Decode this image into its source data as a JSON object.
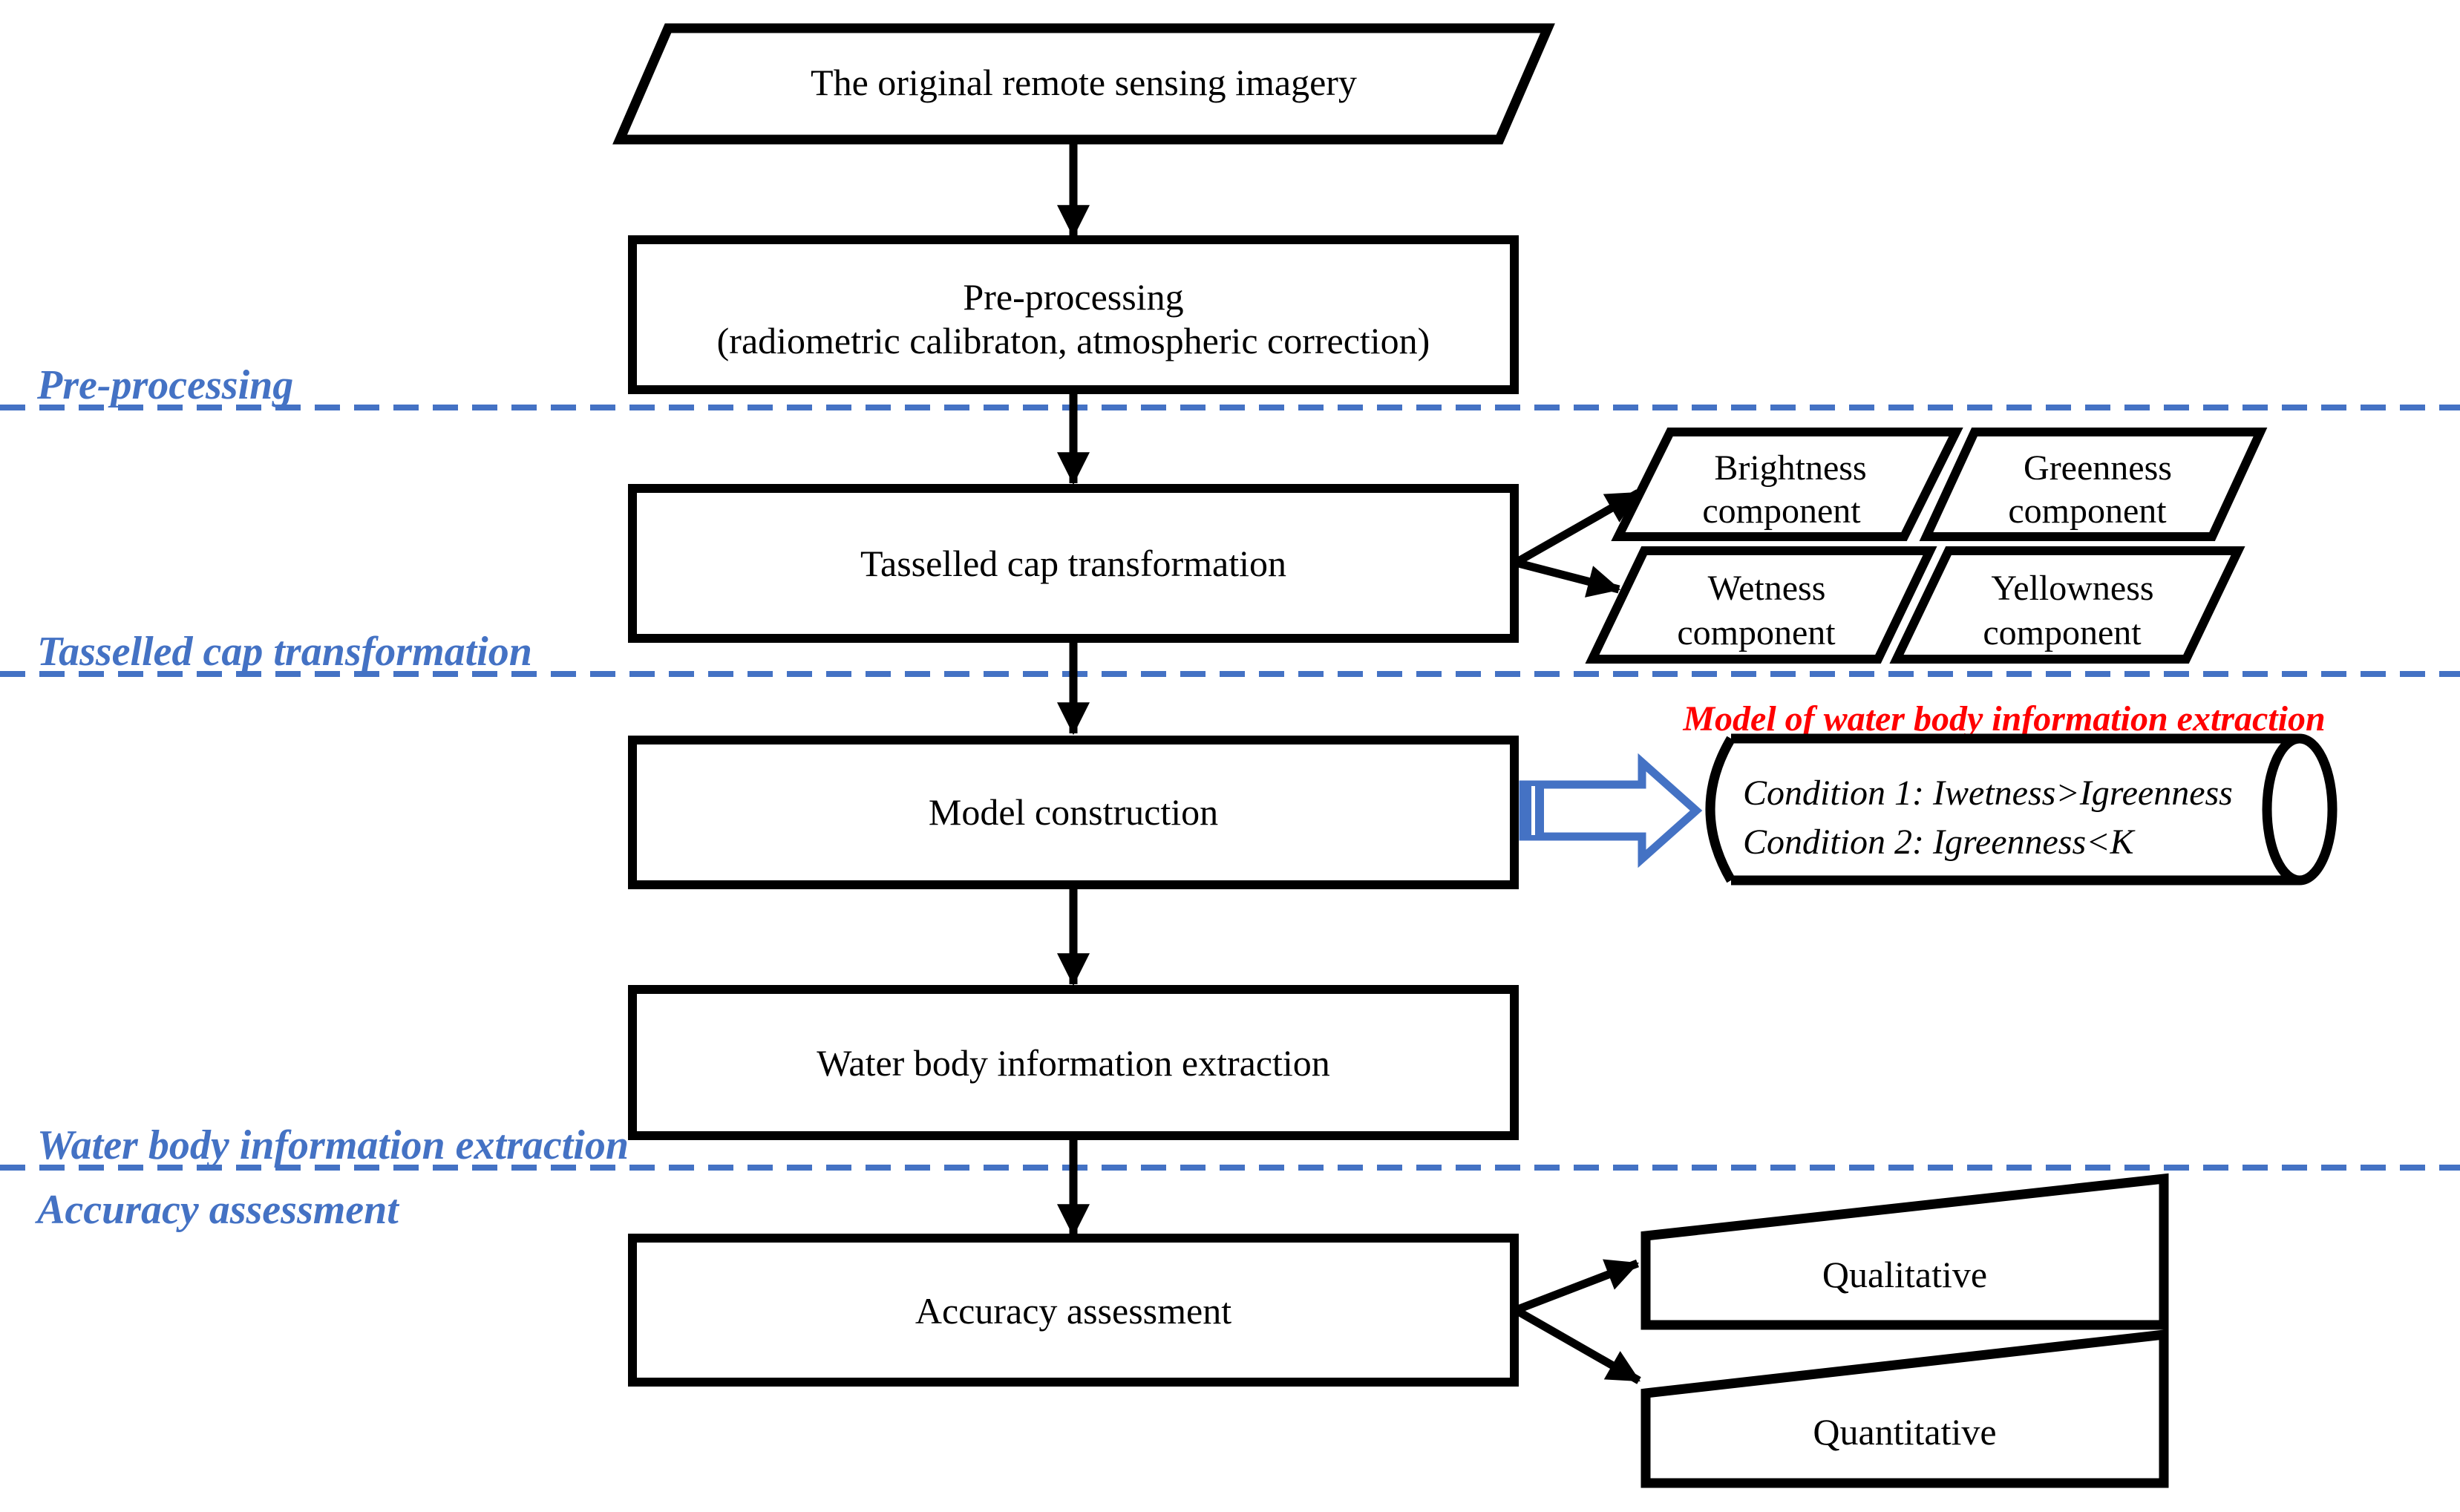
{
  "colors": {
    "accent_blue": "#4472C4",
    "callout_red": "#FF0000",
    "shape_stroke": "#000000",
    "background": "#ffffff"
  },
  "section_labels": {
    "preprocessing": "Pre-processing",
    "tasselled": "Tasselled cap transformation",
    "water_extraction": "Water body information extraction",
    "accuracy": "Accuracy assessment"
  },
  "nodes": {
    "source": "The original remote sensing imagery",
    "preprocessing_line1": "Pre-processing",
    "preprocessing_line2": "(radiometric calibraton, atmospheric correction)",
    "tasselled": "Tasselled cap transformation",
    "model": "Model construction",
    "water_extraction": "Water body information extraction",
    "accuracy": "Accuracy assessment",
    "brightness_line1": "Brightness",
    "brightness_line2": "component",
    "greenness_line1": "Greenness",
    "greenness_line2": "component",
    "wetness_line1": "Wetness",
    "wetness_line2": "component",
    "yellowness_line1": "Yellowness",
    "yellowness_line2": "component",
    "qualitative": "Qualitative",
    "quantitative": "Quantitative"
  },
  "callout": {
    "title": "Model of water body information extraction",
    "condition1": "Condition 1: Iwetness>Igreenness",
    "condition2": "Condition 2: Igreenness<K"
  }
}
